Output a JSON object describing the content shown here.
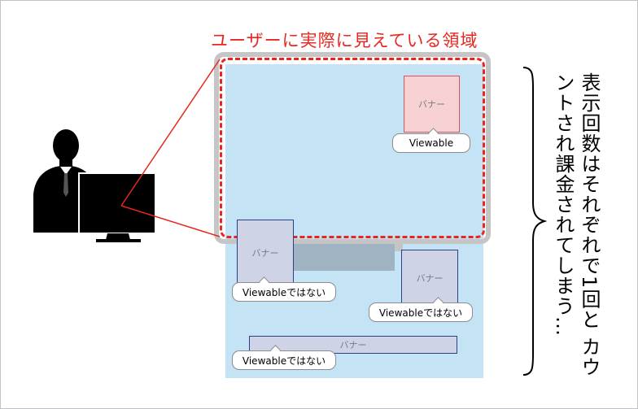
{
  "title": "ユーザーに実際に見えている領域",
  "banners": {
    "label": "バナー"
  },
  "callouts": {
    "viewable": "Viewable",
    "not_viewable": "Viewableではない"
  },
  "explanation": {
    "line1": "表示回数はそれぞれで1回と",
    "line2": "カウントされ課金されてしまう…"
  },
  "colors": {
    "accent_red": "#e8261f",
    "page_blue": "#c4e4f5",
    "viewable_banner_fill": "#f8d2d3",
    "viewable_banner_border": "#e0505a",
    "hidden_banner_fill": "#cfd3e6",
    "hidden_banner_border": "#2d3f8c",
    "monitor_frame": "#c5c5c5"
  },
  "icons": [
    "person-silhouette-icon",
    "monitor-icon"
  ]
}
